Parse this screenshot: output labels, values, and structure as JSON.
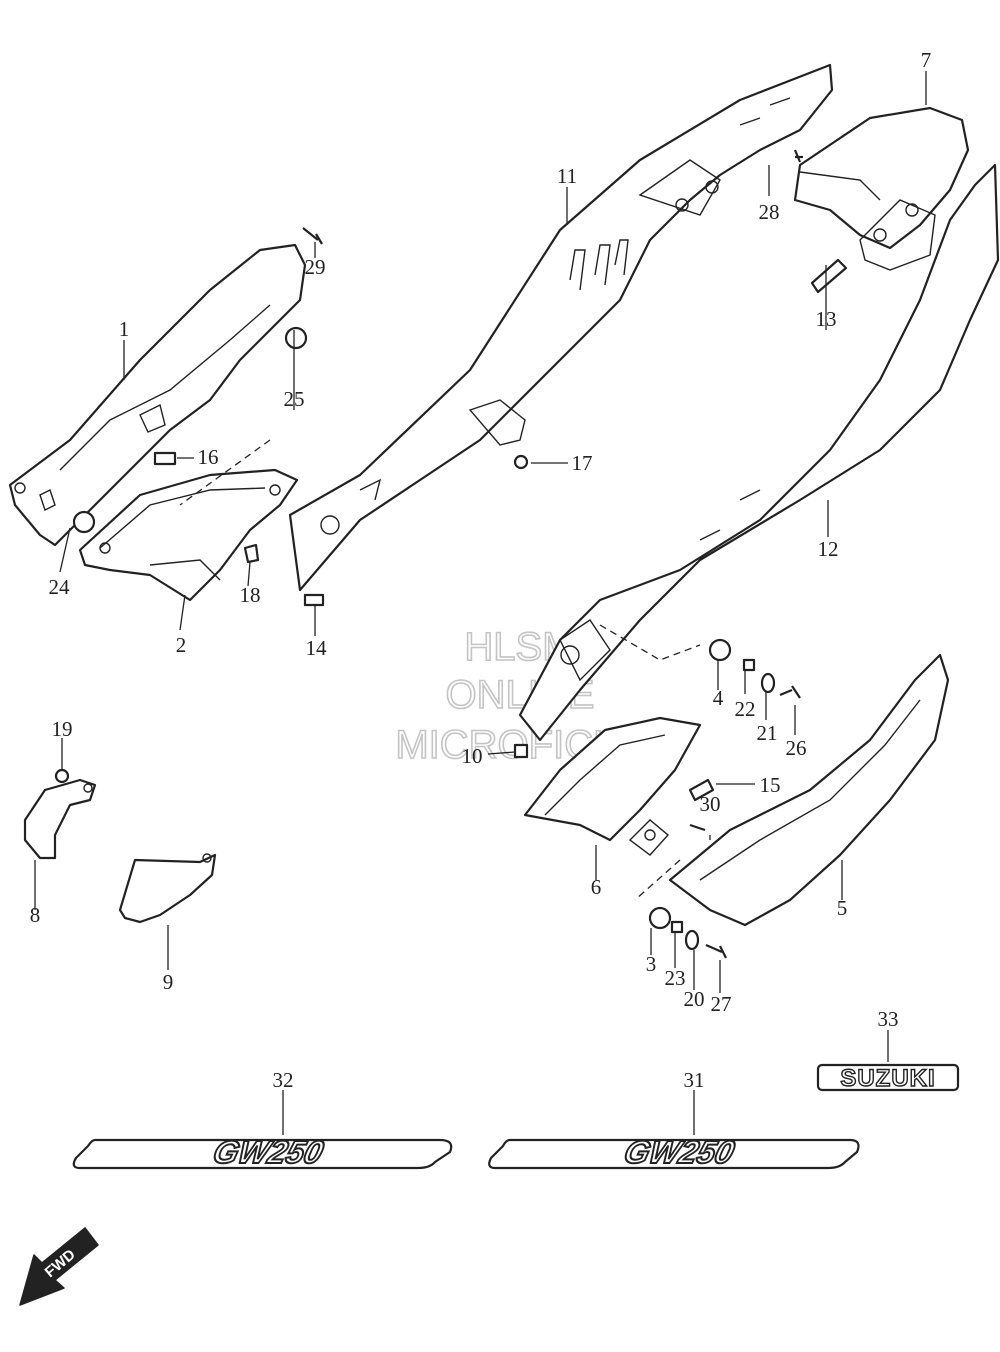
{
  "watermark": {
    "line1": "HLSM",
    "line2": "ONLINE",
    "line3": "MICROFICHE"
  },
  "callouts": {
    "p1": "1",
    "p2": "2",
    "p3": "3",
    "p4": "4",
    "p5": "5",
    "p6": "6",
    "p7": "7",
    "p8": "8",
    "p9": "9",
    "p10": "10",
    "p11": "11",
    "p12": "12",
    "p13": "13",
    "p14": "14",
    "p15": "15",
    "p16": "16",
    "p17": "17",
    "p18": "18",
    "p19": "19",
    "p20": "20",
    "p21": "21",
    "p22": "22",
    "p23": "23",
    "p24": "24",
    "p25": "25",
    "p26": "26",
    "p27": "27",
    "p28": "28",
    "p29": "29",
    "p30": "30",
    "p31": "31",
    "p32": "32",
    "p33": "33"
  },
  "decals": {
    "model_left": "GW250",
    "model_right": "GW250",
    "brand": "SUZUKI"
  },
  "direction_arrow": "FWD"
}
